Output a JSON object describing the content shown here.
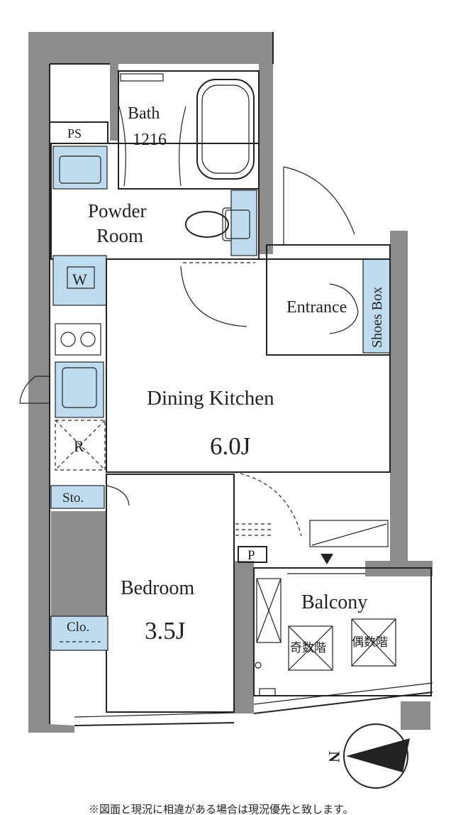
{
  "rooms": {
    "bath": "Bath",
    "bath_size": "1216",
    "ps": "PS",
    "powder_room_1": "Powder",
    "powder_room_2": "Room",
    "washer": "W",
    "entrance": "Entrance",
    "shoes_box": "Shoes Box",
    "dining_kitchen": "Dining Kitchen",
    "dining_kitchen_size": "6.0J",
    "refrigerator": "R",
    "storage": "Sto.",
    "bedroom": "Bedroom",
    "bedroom_size": "3.5J",
    "closet": "Clo.",
    "pipe_space": "P",
    "balcony": "Balcony",
    "odd_floors": "奇数階",
    "even_floors": "偶数階"
  },
  "compass": {
    "north": "N"
  },
  "note": "※図面と現況に相違がある場合は現況優先と致します。"
}
